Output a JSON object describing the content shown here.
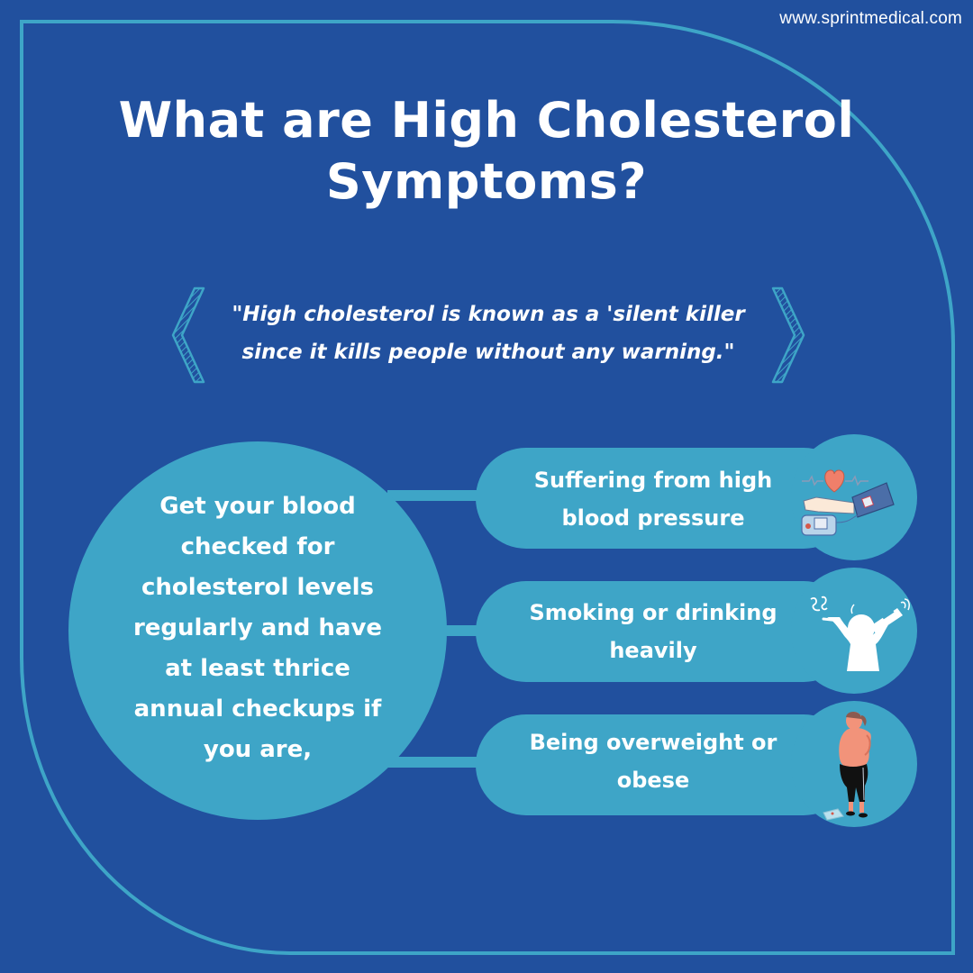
{
  "header": {
    "website": "www.sprintmedical.com",
    "title_line1": "What are High Cholesterol",
    "title_line2": "Symptoms?"
  },
  "quote": {
    "line1": "\"High cholesterol is known as a 'silent killer",
    "line2": "since it kills people without any warning.\""
  },
  "advice": {
    "line1": "Get your blood",
    "line2": "checked for",
    "line3": "cholesterol levels",
    "line4": "regularly and have",
    "line5": "at least thrice",
    "line6": "annual checkups if",
    "line7": "you are,"
  },
  "conditions": [
    {
      "line1": "Suffering from high",
      "line2": "blood pressure",
      "icon": "blood-pressure-icon"
    },
    {
      "line1": "Smoking or drinking",
      "line2": "heavily",
      "icon": "smoking-drinking-icon"
    },
    {
      "line1": "Being overweight or",
      "line2": "obese",
      "icon": "overweight-person-icon"
    }
  ],
  "colors": {
    "background": "#21509e",
    "accent": "#3ea5c7",
    "text": "#ffffff",
    "heart": "#f07f6a",
    "skin": "#f2937a"
  }
}
